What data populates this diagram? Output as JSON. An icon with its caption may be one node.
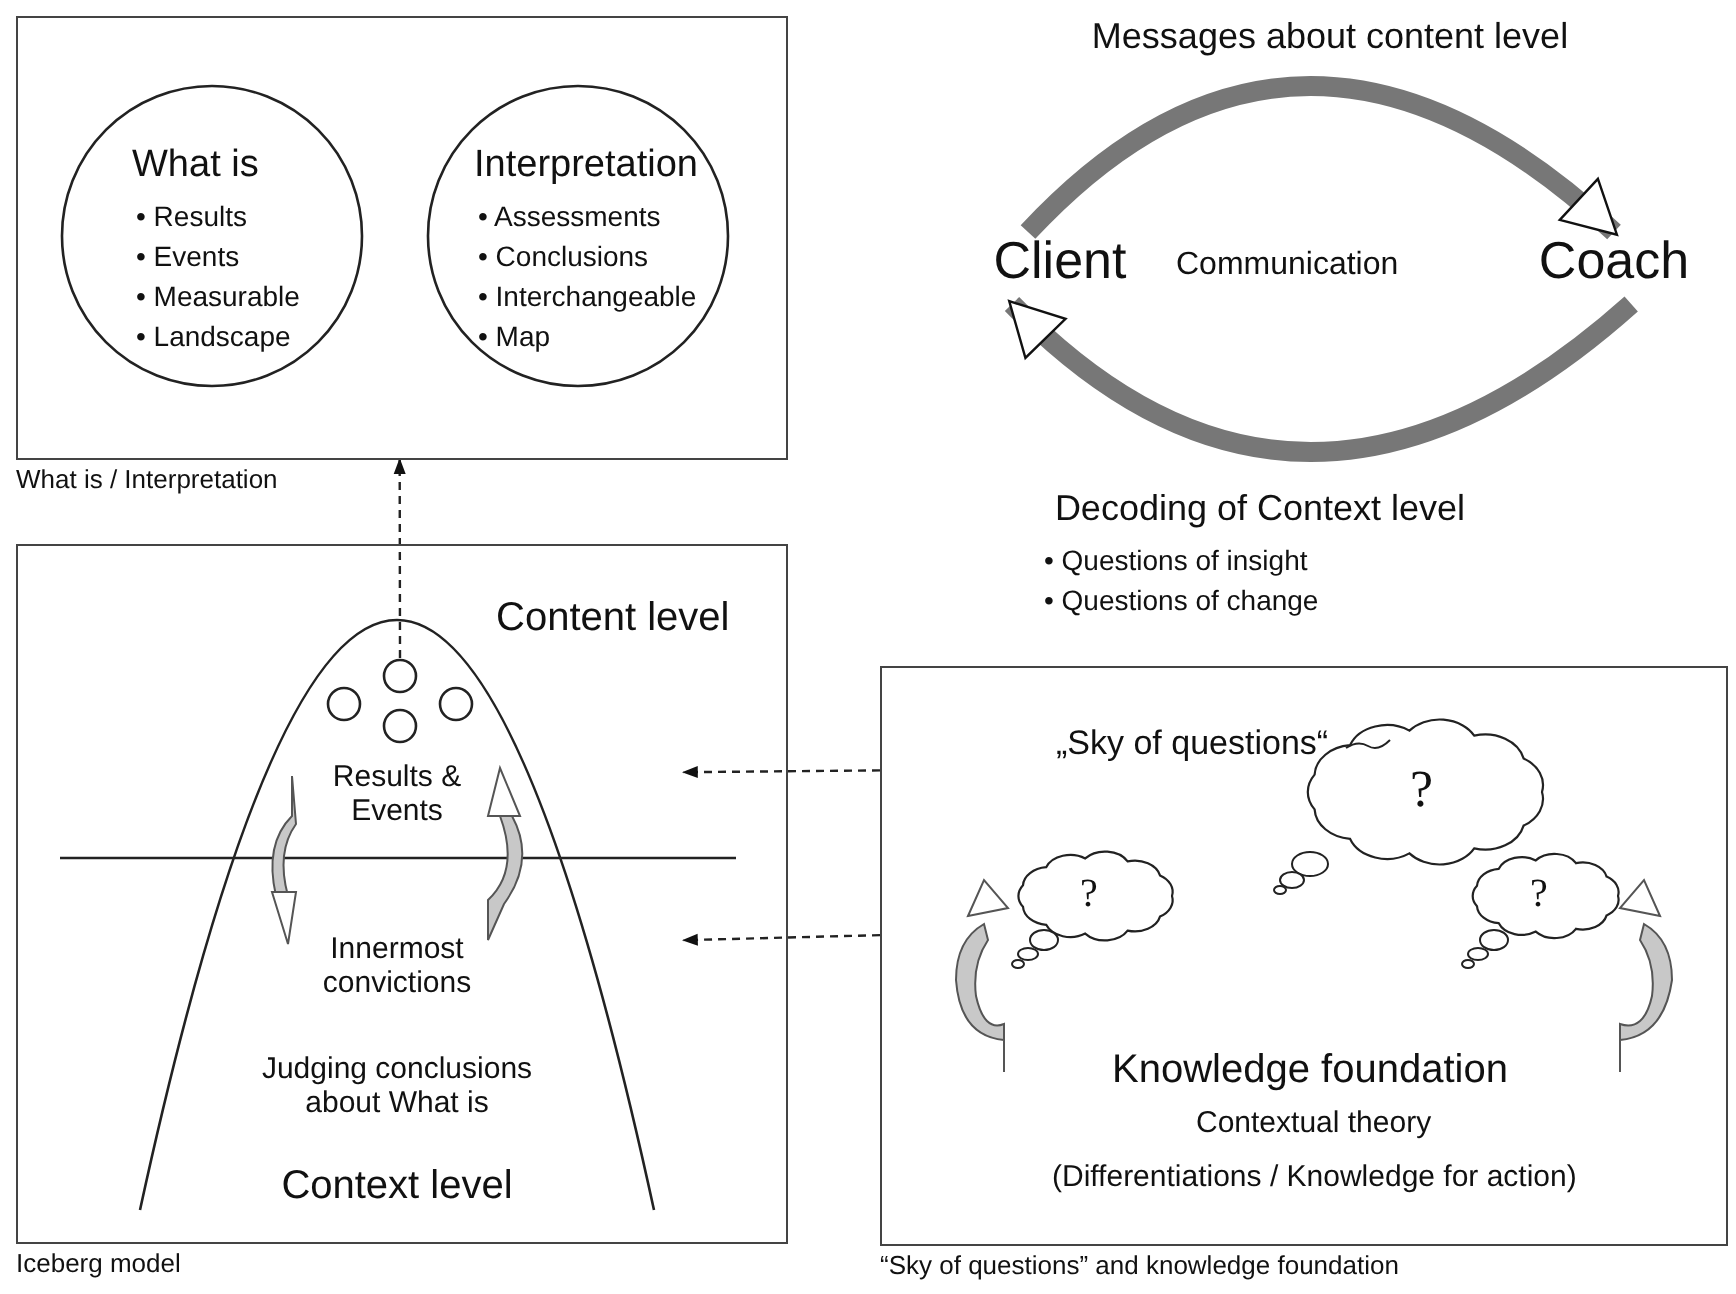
{
  "diagram": {
    "nodes": [
      {
        "text": [
          "What is / Interpretation"
        ]
      },
      {
        "text": [
          "What is",
          "• Results",
          "• Events",
          "• Measurable",
          "• Landscape"
        ],
        "in": 0
      },
      {
        "text": [
          "Interpretation",
          "• Assessments",
          "• Conclusions",
          "• Interchangeable",
          "• Map"
        ],
        "in": 0
      },
      {
        "text": [
          "Client"
        ]
      },
      {
        "text": [
          "Coach"
        ]
      },
      {
        "text": [
          "Iceberg model"
        ]
      },
      {
        "text": [
          "Results & Events",
          "Innermost convictions",
          "Judging conclusions about What is",
          "Context level"
        ],
        "in": 5
      },
      {
        "text": [],
        "shape": "circle",
        "in": 6
      },
      {
        "text": [],
        "shape": "circle",
        "in": 6
      },
      {
        "text": [],
        "shape": "circle",
        "in": 6
      },
      {
        "text": [],
        "shape": "circle",
        "in": 6
      },
      {
        "text": [
          "“Sky of questions” and knowledge foundation"
        ]
      },
      {
        "text": [
          "?"
        ],
        "beside": [
          "„Sky of questions“"
        ],
        "in": 11
      },
      {
        "text": [
          "?"
        ],
        "in": 11
      },
      {
        "text": [
          "?"
        ],
        "in": 11
      }
    ],
    "edges": [
      {
        "from": 8,
        "to": 0,
        "arrow": "to",
        "style": "dashed"
      },
      {
        "from": 3,
        "to": 4,
        "arrow": "to",
        "style": "thick",
        "label": "Messages about content level"
      },
      {
        "from": 4,
        "to": 3,
        "arrow": "to",
        "style": "thick",
        "label": "Decoding of Context level"
      },
      {
        "from": 11,
        "to": 5,
        "arrow": "to",
        "style": "dashed"
      },
      {
        "from": 11,
        "to": 5,
        "arrow": "to",
        "style": "dashed"
      }
    ],
    "labels": [
      "Communication",
      "• Questions of insight",
      "• Questions of change",
      "Content level",
      "Knowledge foundation",
      "Contextual theory",
      "(Differentiations / Knowledge for action)"
    ]
  }
}
